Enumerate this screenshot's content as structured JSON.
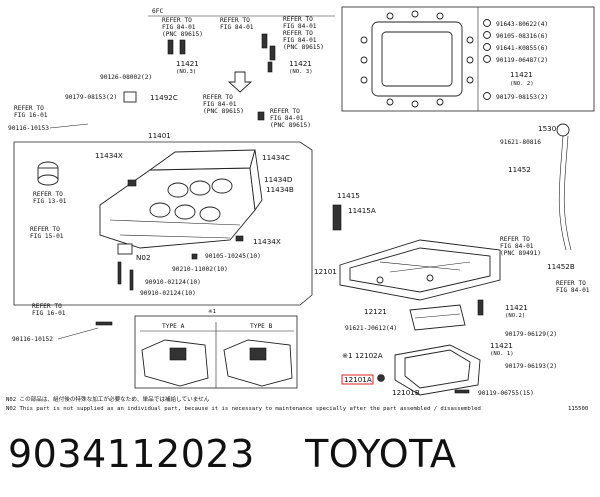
{
  "header_code": "6FC",
  "refer_to": "REFER TO",
  "fig_labels": {
    "fig_84_01": "FIG 84-01",
    "fig_16_01": "FIG 16-01",
    "fig_13_01": "FIG 13-01",
    "fig_15_01": "FIG 15-01"
  },
  "pnc_labels": {
    "pnc_89615": "(PNC 89615)",
    "pnc_89491": "(PNC 89491)"
  },
  "parts": {
    "p11421_a": "11421",
    "p11421_b": "11421",
    "p11421_c": "11421",
    "p11421_d": "11421",
    "no3_a": "(NO.3)",
    "no3_b": "(NO. 3)",
    "no2": "(NO.2)",
    "no1": "(NO. 1)",
    "p90126": "90126-08002(2)",
    "p90179_a": "90179-08153(2)",
    "p11492c": "11492C",
    "p90116_a": "90116-10153",
    "p11434x_a": "11434X",
    "p11434c": "11434C",
    "p11434d": "11434D",
    "p11434b": "11434B",
    "p11401": "11401",
    "p11415": "11415",
    "p11415a": "11415A",
    "p11434x_b": "11434X",
    "p90105_a": "90105-10245(10)",
    "n02": "N02",
    "p90210": "90210-11002(10)",
    "p90910_a": "90910-02124(10)",
    "p90910_b": "90910-02124(10)",
    "p90116_b": "90116-10152",
    "p12101": "12101",
    "p12121": "12121",
    "p91621_a": "91621-J0612(4)",
    "p12102a": "※1 12102A",
    "p12101a": "12101A",
    "p12101b": "12101B",
    "p15301": "15301",
    "p91621_b": "91621-80816",
    "p11452": "11452",
    "p11452b": "11452B",
    "p90179_b": "90179-06129(2)",
    "p90179_c": "90179-06193(2)",
    "p90119": "90119-06755(15)"
  },
  "legend": [
    {
      "part": "91643-80622(4)"
    },
    {
      "part": "90105-08316(6)"
    },
    {
      "part": "91641-K0855(6)"
    },
    {
      "part": "90119-06487(2)"
    },
    {
      "part": "11421"
    },
    {
      "part": "(NO. 2)"
    },
    {
      "part": "90179-08153(2)"
    }
  ],
  "inset": {
    "note": "※1",
    "type_a": "TYPE A",
    "type_b": "TYPE B"
  },
  "notes": {
    "n02_jp": "N02  この部品は、組付後の特殊な加工が必要なため、単品では補給していません",
    "n02_en": "N02  This part is not supplied as an individual part, because it is necessary to maintenance specially after the part assembled / disassembled",
    "diagram_no": "115500"
  },
  "footer_title": "9034112023    TOYOTA"
}
